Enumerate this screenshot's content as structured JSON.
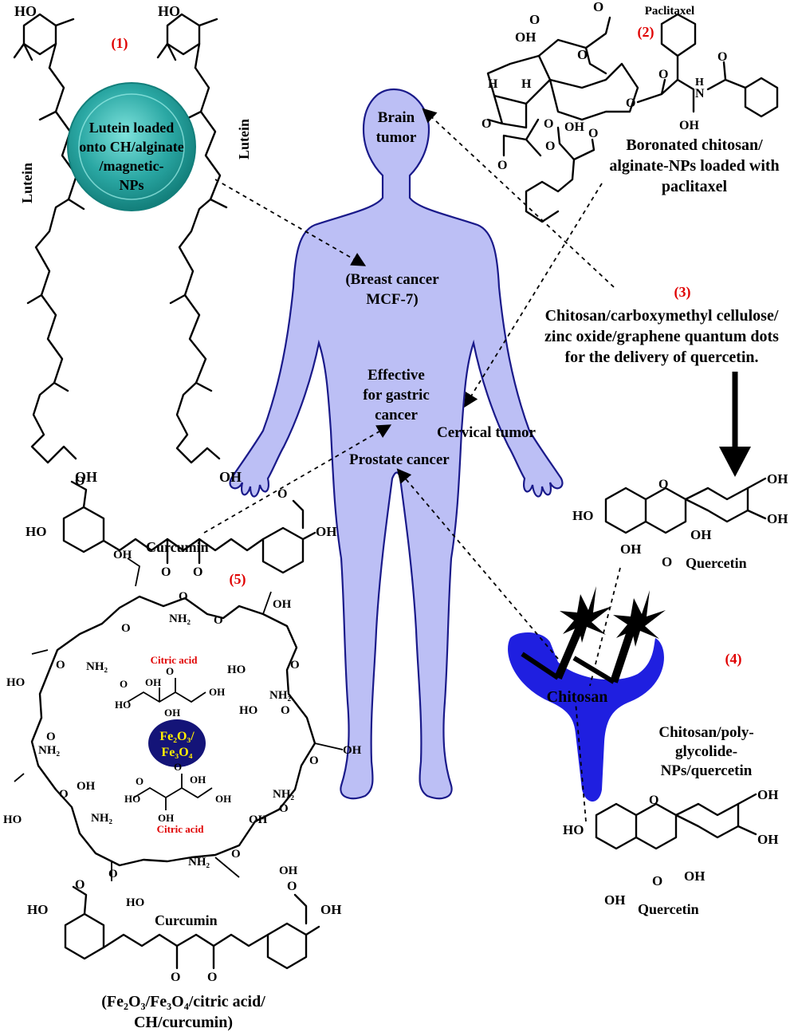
{
  "labels": {
    "num1": "(1)",
    "num2": "(2)",
    "num3": "(3)",
    "num4": "(4)",
    "num5": "(5)",
    "paclitaxel": "Paclitaxel",
    "lutein_left": "Lutein",
    "lutein_right": "Lutein",
    "sphere_line1": "Lutein loaded",
    "sphere_line2": "onto CH/alginate",
    "sphere_line3": "/magnetic-",
    "sphere_line4": "NPs",
    "brain_line1": "Brain",
    "brain_line2": "tumor",
    "breast_line1": "(Breast cancer",
    "breast_line2": "MCF-7)",
    "gastric_line1": "Effective",
    "gastric_line2": "for gastric",
    "gastric_line3": "cancer",
    "cervical": "Cervical tumor",
    "prostate": "Prostate cancer",
    "boronated_line1": "Boronated chitosan/",
    "boronated_line2": "alginate-NPs loaded with",
    "boronated_line3": "paclitaxel",
    "cmc_line1": "Chitosan/carboxymethyl cellulose/",
    "cmc_line2": "zinc oxide/graphene quantum dots",
    "cmc_line3": "for the delivery of quercetin.",
    "quercetin_top": "Quercetin",
    "quercetin_bottom": "Quercetin",
    "chitosan": "Chitosan",
    "pga_line1": "Chitosan/poly-",
    "pga_line2": "glycolide-",
    "pga_line3": "NPs/quercetin",
    "curcumin_top": "Curcumin",
    "curcumin_bottom": "Curcumin",
    "citric_top": "Citric acid",
    "citric_bottom": "Citric acid",
    "fe_line1": "Fe₂O₃/",
    "fe_line2": "Fe₃O₄",
    "caption_line1": "(Fe₂O₃/Fe₃O₄/citric acid/",
    "caption_line2": "CH/curcumin)"
  },
  "atoms": {
    "ho": "HO",
    "oh": "OH",
    "o": "O",
    "nh2": "NH₂",
    "n": "N",
    "h": "H"
  },
  "colors": {
    "red_label": "#e00000",
    "body_fill": "#bcbff5",
    "body_stroke": "#1a1a8a",
    "sphere_teal": "#2aa7a3",
    "chitosan_blue": "#1f1fe0",
    "iron_core": "#141478",
    "iron_text": "#ffee00"
  }
}
